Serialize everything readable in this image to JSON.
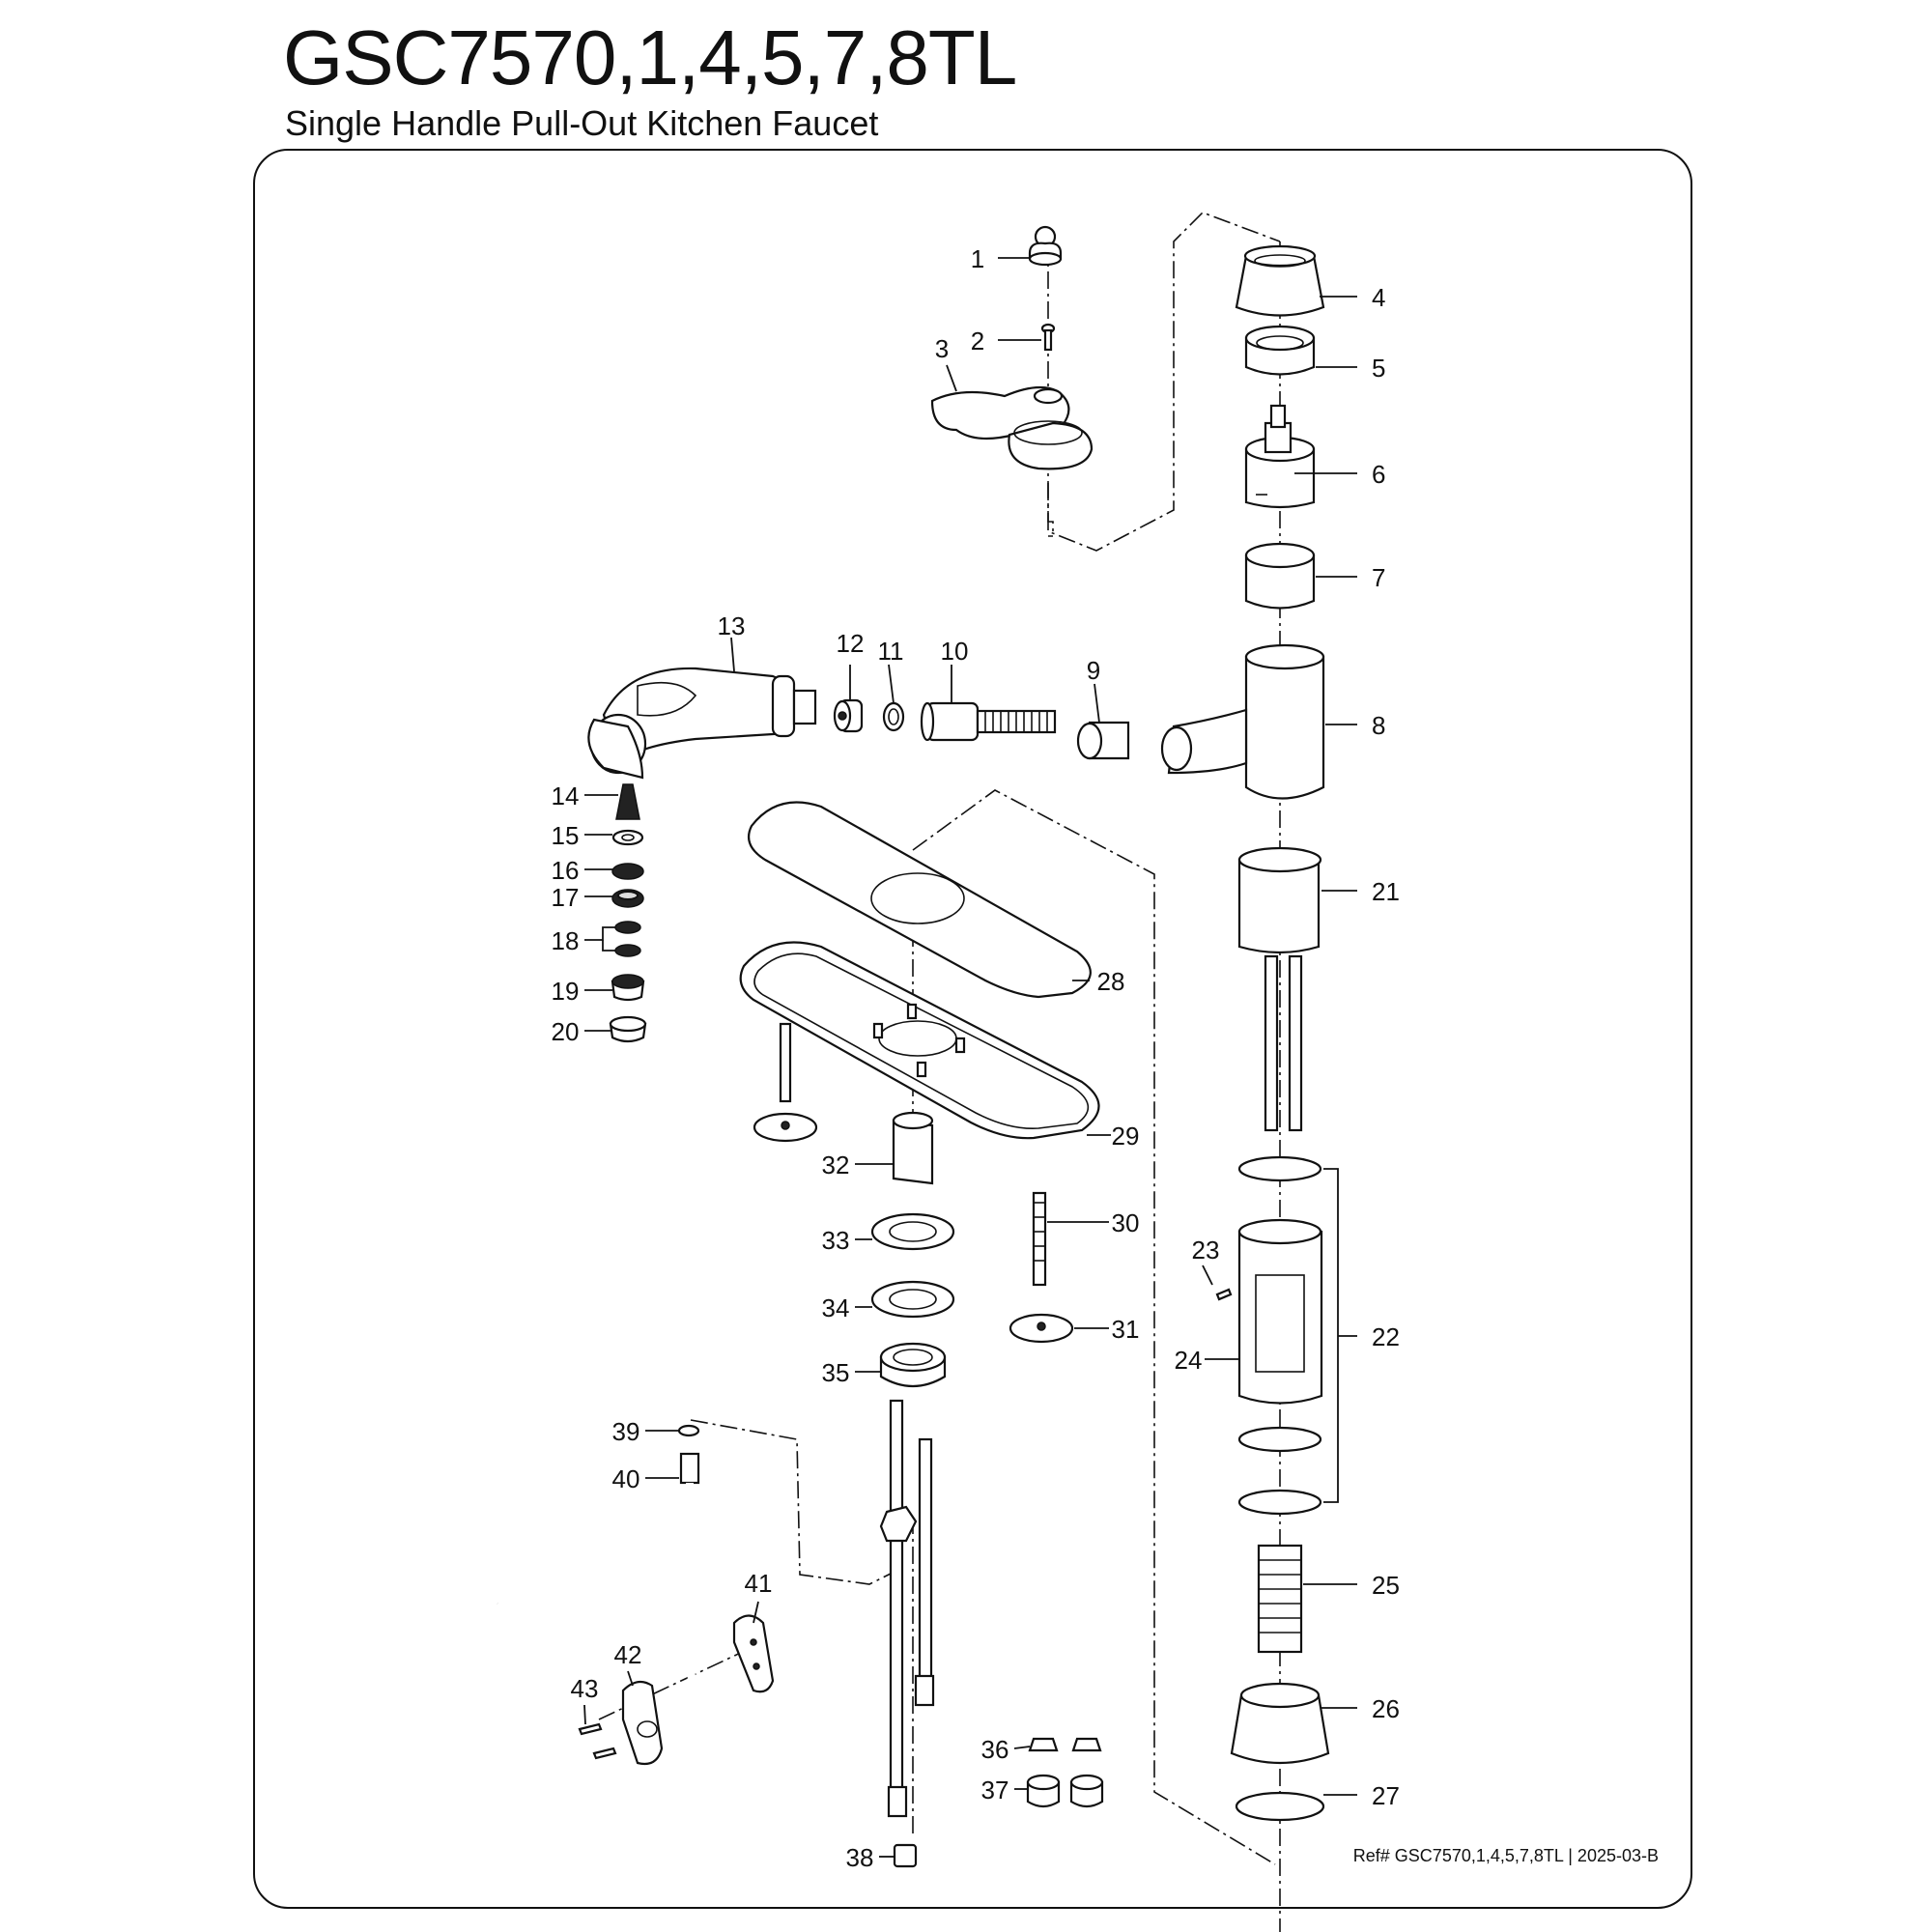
{
  "header": {
    "model": "GSC7570,1,4,5,7,8TL",
    "description": "Single Handle Pull-Out Kitchen Faucet"
  },
  "footer": {
    "reference": "Ref# GSC7570,1,4,5,7,8TL | 2025-03-B"
  },
  "part_numbers": [
    "1",
    "2",
    "3",
    "4",
    "5",
    "6",
    "7",
    "8",
    "9",
    "10",
    "11",
    "12",
    "13",
    "14",
    "15",
    "16",
    "17",
    "18",
    "19",
    "20",
    "21",
    "22",
    "23",
    "24",
    "25",
    "26",
    "27",
    "28",
    "29",
    "30",
    "31",
    "32",
    "33",
    "34",
    "35",
    "36",
    "37",
    "38",
    "39",
    "40",
    "41",
    "42",
    "43"
  ]
}
